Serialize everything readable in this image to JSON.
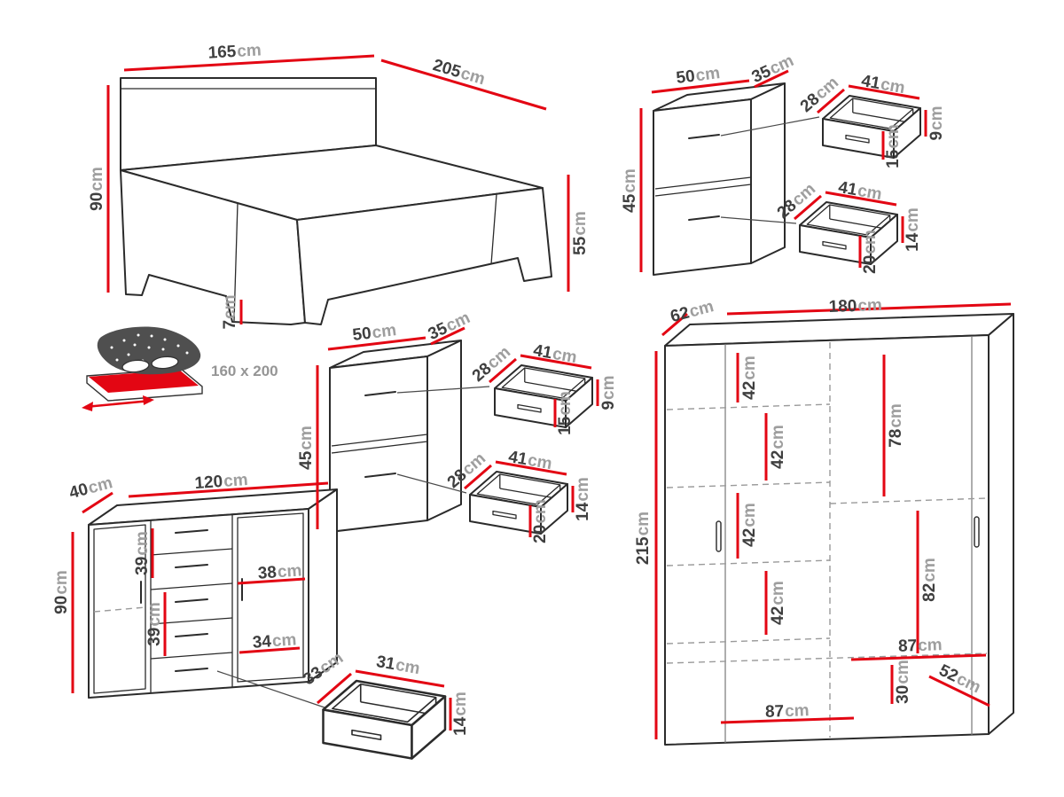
{
  "diagram": {
    "accent_color": "#e30613",
    "line_color": "#2b2b2b",
    "number_color": "#3f3f3f",
    "unit_color": "#9e9e9e"
  },
  "bed": {
    "width": {
      "v": "165",
      "u": "cm"
    },
    "length": {
      "v": "205",
      "u": "cm"
    },
    "headboard_height": {
      "v": "90",
      "u": "cm"
    },
    "footboard_height": {
      "v": "55",
      "u": "cm"
    },
    "leg_height": {
      "v": "7",
      "u": "cm"
    },
    "mattress_size": "160 x 200"
  },
  "nightstand_top": {
    "width": {
      "v": "50",
      "u": "cm"
    },
    "depth": {
      "v": "35",
      "u": "cm"
    },
    "height": {
      "v": "45",
      "u": "cm"
    },
    "upper_drawer": {
      "depth": {
        "v": "28",
        "u": "cm"
      },
      "width": {
        "v": "41",
        "u": "cm"
      },
      "side_height": {
        "v": "9",
        "u": "cm"
      },
      "front_height": {
        "v": "15",
        "u": "cm"
      }
    },
    "lower_drawer": {
      "depth": {
        "v": "28",
        "u": "cm"
      },
      "width": {
        "v": "41",
        "u": "cm"
      },
      "side_height": {
        "v": "14",
        "u": "cm"
      },
      "front_height": {
        "v": "20",
        "u": "cm"
      }
    }
  },
  "nightstand_middle": {
    "width": {
      "v": "50",
      "u": "cm"
    },
    "depth": {
      "v": "35",
      "u": "cm"
    },
    "height": {
      "v": "45",
      "u": "cm"
    },
    "upper_drawer": {
      "depth": {
        "v": "28",
        "u": "cm"
      },
      "width": {
        "v": "41",
        "u": "cm"
      },
      "side_height": {
        "v": "9",
        "u": "cm"
      },
      "front_height": {
        "v": "15",
        "u": "cm"
      }
    },
    "lower_drawer": {
      "depth": {
        "v": "28",
        "u": "cm"
      },
      "width": {
        "v": "41",
        "u": "cm"
      },
      "side_height": {
        "v": "14",
        "u": "cm"
      },
      "front_height": {
        "v": "20",
        "u": "cm"
      }
    }
  },
  "chest": {
    "depth": {
      "v": "40",
      "u": "cm"
    },
    "width": {
      "v": "120",
      "u": "cm"
    },
    "height": {
      "v": "90",
      "u": "cm"
    },
    "upper_section_height": {
      "v": "39",
      "u": "cm"
    },
    "lower_section_height": {
      "v": "39",
      "u": "cm"
    },
    "upper_inner_width": {
      "v": "38",
      "u": "cm"
    },
    "lower_inner_width": {
      "v": "34",
      "u": "cm"
    },
    "drawer": {
      "depth": {
        "v": "33",
        "u": "cm"
      },
      "width": {
        "v": "31",
        "u": "cm"
      },
      "height": {
        "v": "14",
        "u": "cm"
      }
    }
  },
  "wardrobe": {
    "depth": {
      "v": "62",
      "u": "cm"
    },
    "width": {
      "v": "180",
      "u": "cm"
    },
    "height": {
      "v": "215",
      "u": "cm"
    },
    "left_shelf_heights": [
      {
        "v": "42",
        "u": "cm"
      },
      {
        "v": "42",
        "u": "cm"
      },
      {
        "v": "42",
        "u": "cm"
      },
      {
        "v": "42",
        "u": "cm"
      }
    ],
    "right_upper_height": {
      "v": "78",
      "u": "cm"
    },
    "right_lower_height": {
      "v": "82",
      "u": "cm"
    },
    "right_bottom_width": {
      "v": "87",
      "u": "cm"
    },
    "bottom_height": {
      "v": "30",
      "u": "cm"
    },
    "bottom_depth": {
      "v": "52",
      "u": "cm"
    },
    "left_bottom_width": {
      "v": "87",
      "u": "cm"
    }
  }
}
